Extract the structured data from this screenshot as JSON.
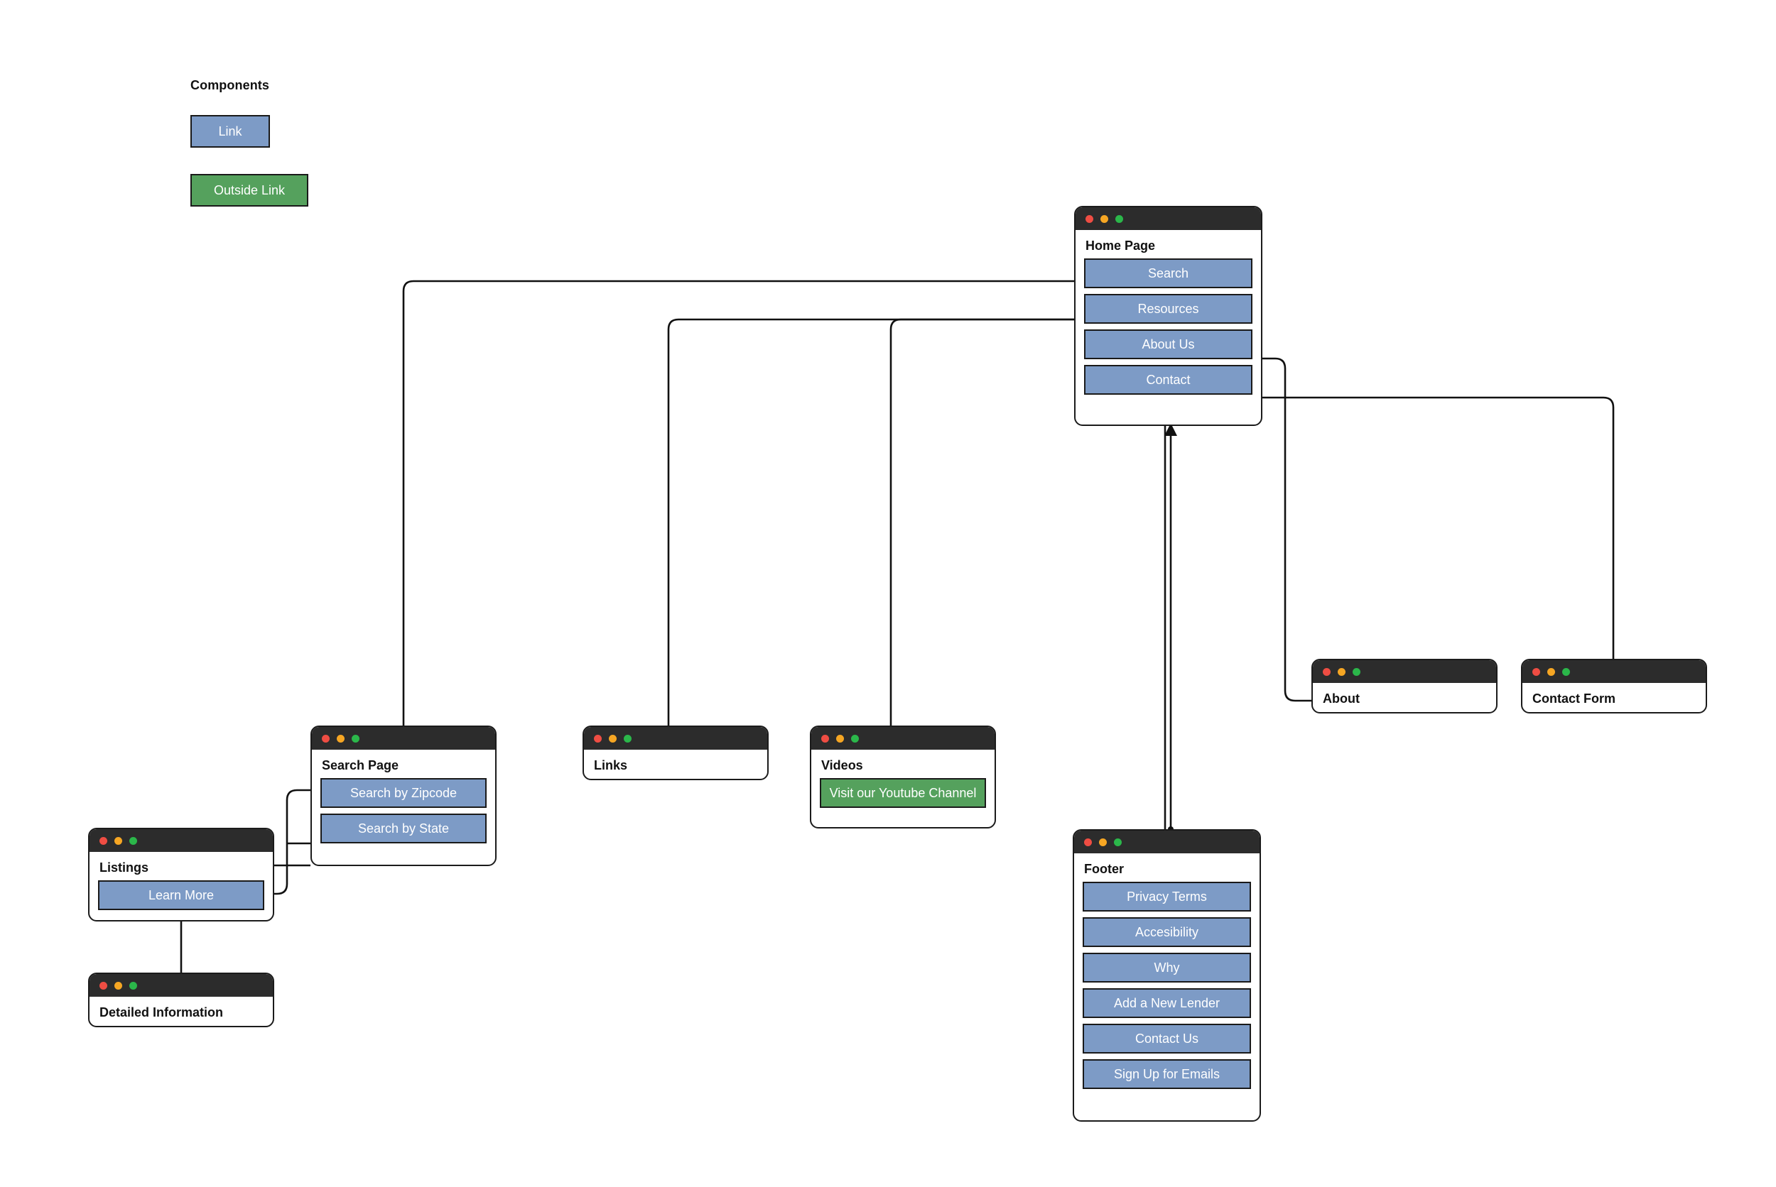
{
  "legend": {
    "title": "Components",
    "items": [
      {
        "label": "Link",
        "kind": "link",
        "color": "#7d9bc6"
      },
      {
        "label": "Outside Link",
        "kind": "outside",
        "color": "#55a15d"
      }
    ]
  },
  "palette": {
    "link_blue": "#7d9bc6",
    "outside_green": "#55a15d",
    "titlebar": "#2c2c2c",
    "outline": "#1b1b1b",
    "dot_red": "#ef4d43",
    "dot_yellow": "#f6a623",
    "dot_green": "#2bb74a",
    "page_bg": "#ffffff"
  },
  "window_dots": [
    "close-dot",
    "minimize-dot",
    "maximize-dot"
  ],
  "cards": {
    "home_page": {
      "title": "Home Page",
      "buttons": [
        {
          "label": "Search",
          "kind": "link"
        },
        {
          "label": "Resources",
          "kind": "link"
        },
        {
          "label": "About Us",
          "kind": "link"
        },
        {
          "label": "Contact",
          "kind": "link"
        }
      ]
    },
    "search_page": {
      "title": "Search Page",
      "buttons": [
        {
          "label": "Search by Zipcode",
          "kind": "link"
        },
        {
          "label": "Search by State",
          "kind": "link"
        }
      ]
    },
    "links": {
      "title": "Links",
      "buttons": []
    },
    "videos": {
      "title": "Videos",
      "buttons": [
        {
          "label": "Visit our Youtube Channel",
          "kind": "outside"
        }
      ]
    },
    "about": {
      "title": "About",
      "buttons": []
    },
    "contact_form": {
      "title": "Contact Form",
      "buttons": []
    },
    "listings": {
      "title": "Listings",
      "buttons": [
        {
          "label": "Learn More",
          "kind": "link"
        }
      ]
    },
    "detailed_information": {
      "title": "Detailed Information",
      "buttons": []
    },
    "footer": {
      "title": "Footer",
      "buttons": [
        {
          "label": "Privacy Terms",
          "kind": "link"
        },
        {
          "label": "Accesibility",
          "kind": "link"
        },
        {
          "label": "Why",
          "kind": "link"
        },
        {
          "label": "Add a New Lender",
          "kind": "link"
        },
        {
          "label": "Contact Us",
          "kind": "link"
        },
        {
          "label": "Sign Up for Emails",
          "kind": "link"
        }
      ]
    }
  }
}
